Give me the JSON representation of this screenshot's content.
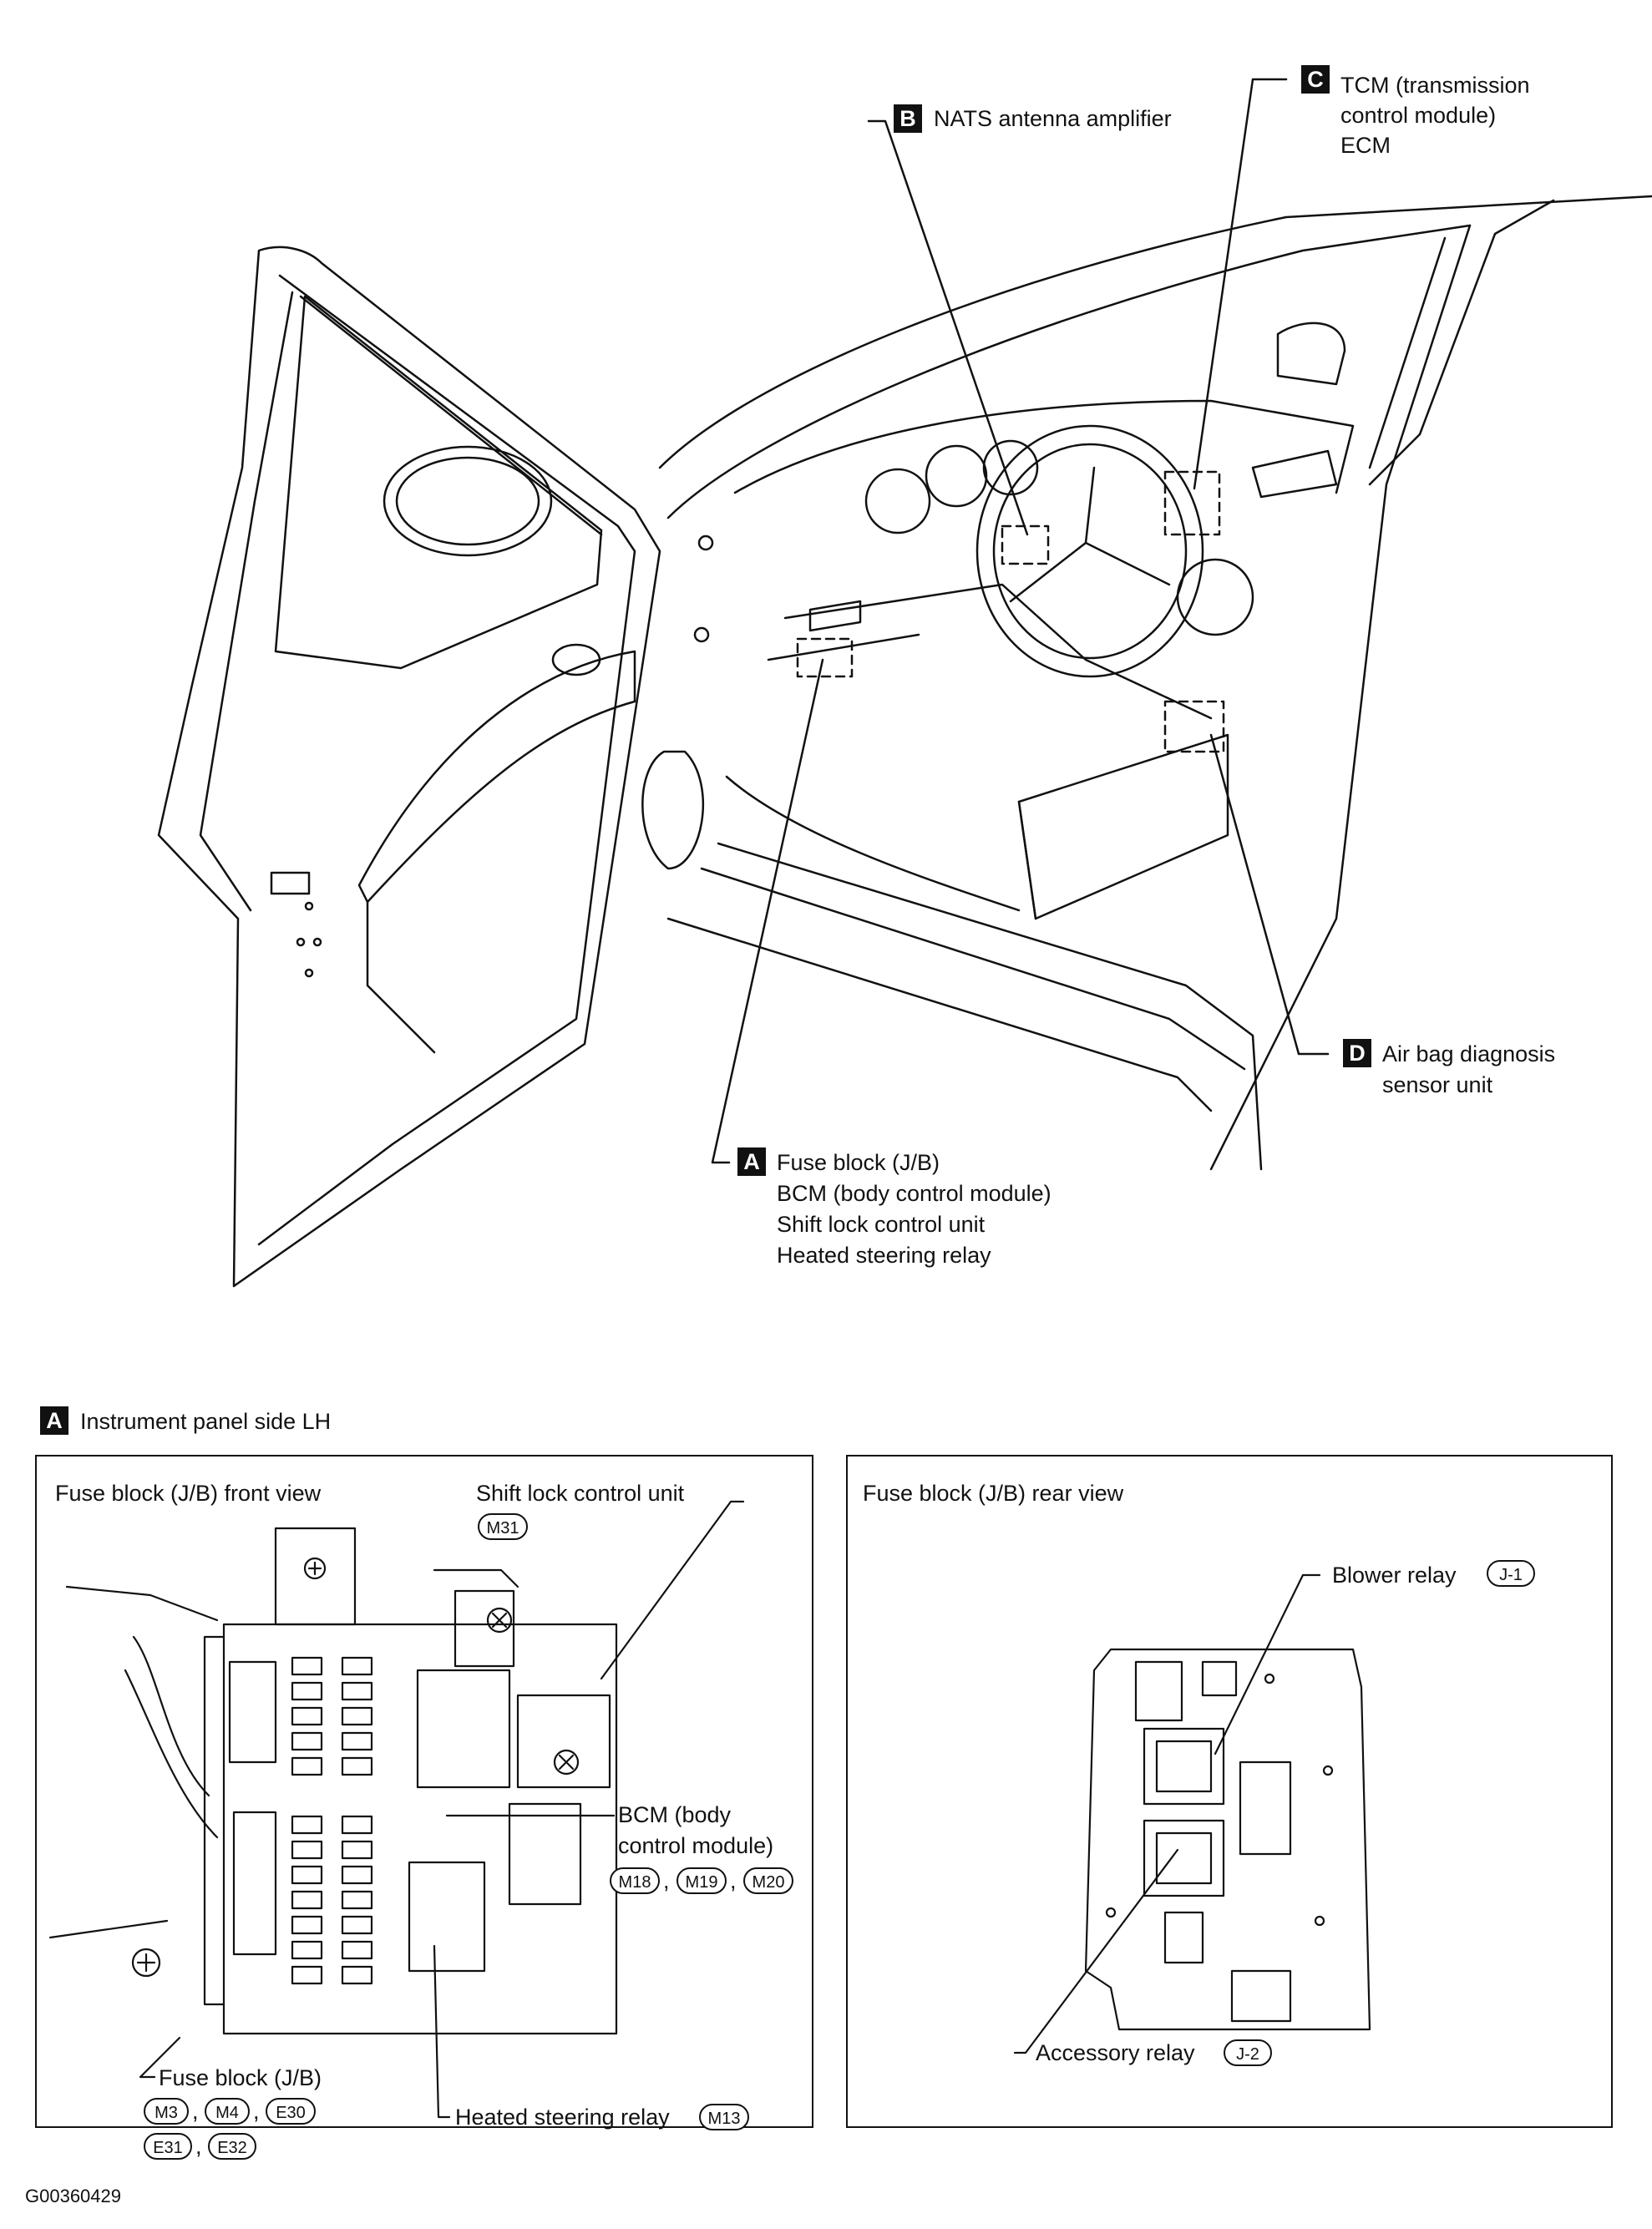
{
  "callouts": {
    "B": {
      "letter": "B",
      "lines": [
        "NATS antenna amplifier"
      ]
    },
    "C": {
      "letter": "C",
      "lines": [
        "TCM (transmission",
        "control module)",
        "ECM"
      ]
    },
    "D": {
      "letter": "D",
      "lines": [
        "Air bag diagnosis",
        "sensor unit"
      ]
    },
    "A": {
      "letter": "A",
      "lines": [
        "Fuse block (J/B)",
        "BCM (body control module)",
        "Shift lock control unit",
        "Heated steering relay"
      ]
    }
  },
  "section_a": {
    "letter": "A",
    "title": "Instrument panel side LH"
  },
  "front_view": {
    "title": "Fuse block (J/B) front view",
    "shift_lock": {
      "label": "Shift lock control unit",
      "connectors": [
        "M31"
      ]
    },
    "bcm": {
      "lines": [
        "BCM (body",
        "control module)"
      ],
      "connectors": [
        "M18",
        "M19",
        "M20"
      ]
    },
    "fuse_block": {
      "label": "Fuse block (J/B)",
      "connectors_row1": [
        "M3",
        "M4",
        "E30"
      ],
      "connectors_row2": [
        "E31",
        "E32"
      ]
    },
    "heated_relay": {
      "label": "Heated steering relay",
      "connectors": [
        "M13"
      ]
    }
  },
  "rear_view": {
    "title": "Fuse block (J/B) rear view",
    "blower": {
      "label": "Blower relay",
      "connector": "J-1"
    },
    "accessory": {
      "label": "Accessory relay",
      "connector": "J-2"
    }
  },
  "figure_id": "G00360429"
}
